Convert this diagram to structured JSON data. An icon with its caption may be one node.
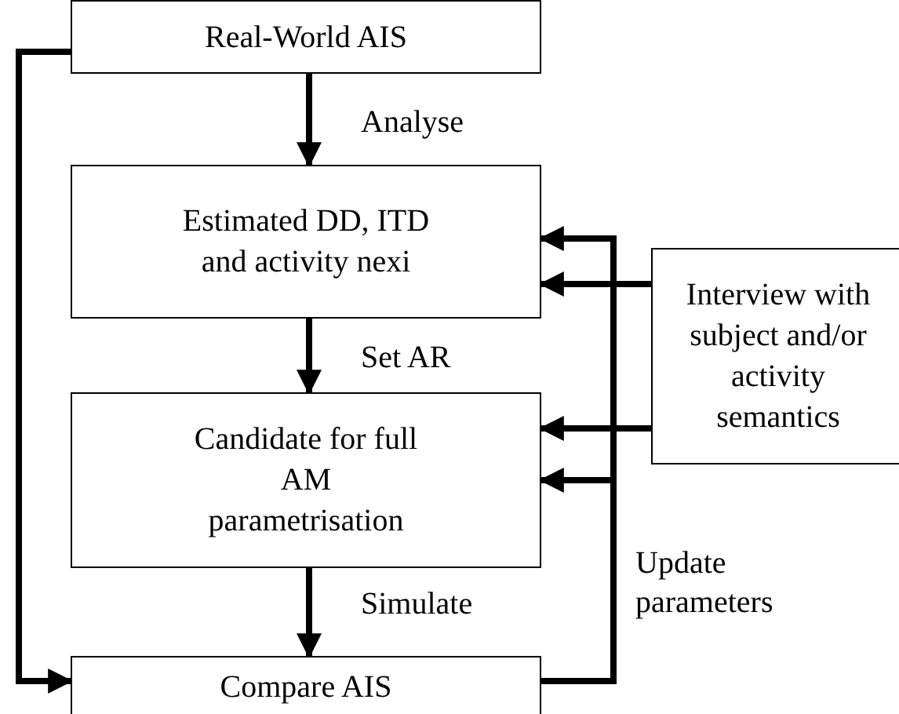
{
  "diagram": {
    "nodes": [
      {
        "text": [
          "Real-World AIS"
        ]
      },
      {
        "text": [
          "Estimated DD, ITD and activity nexi"
        ]
      },
      {
        "text": [
          "Candidate for full AM parametrisation"
        ]
      },
      {
        "text": [
          "Compare AIS"
        ]
      },
      {
        "text": [
          "Interview with subject and/or activity semantics"
        ]
      }
    ],
    "edges": [
      {
        "from": 0,
        "to": 1,
        "arrow": "to",
        "label": "Analyse"
      },
      {
        "from": 1,
        "to": 2,
        "arrow": "to",
        "label": "Set AR"
      },
      {
        "from": 2,
        "to": 3,
        "arrow": "to",
        "label": "Simulate"
      },
      {
        "from": 0,
        "to": 3,
        "arrow": "to"
      },
      {
        "from": 3,
        "to": 1,
        "arrow": "to",
        "label": "Update parameters"
      },
      {
        "from": 3,
        "to": 2,
        "arrow": "to"
      },
      {
        "from": 4,
        "to": 1,
        "arrow": "to"
      },
      {
        "from": 4,
        "to": 2,
        "arrow": "to"
      }
    ]
  }
}
